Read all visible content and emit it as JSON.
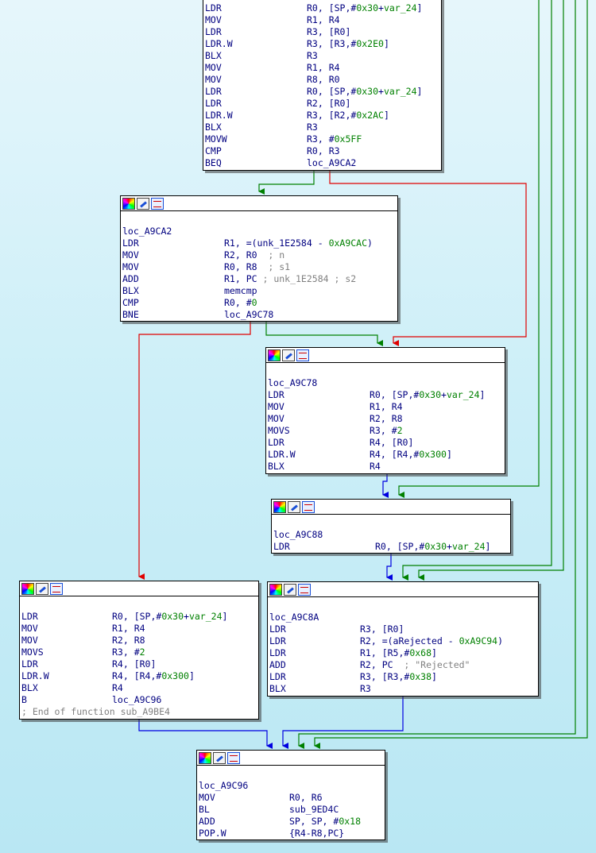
{
  "blocks": [
    {
      "id": "top",
      "header": false,
      "label": null,
      "lines": [
        {
          "op": "LDR",
          "args": [
            {
              "t": "R0, [SP,#"
            },
            {
              "t": "0x30",
              "n": 1
            },
            {
              "t": "+"
            },
            {
              "t": "var_24",
              "n": 1
            },
            {
              "t": "]"
            }
          ]
        },
        {
          "op": "MOV",
          "args": [
            {
              "t": "R1, R4"
            }
          ]
        },
        {
          "op": "LDR",
          "args": [
            {
              "t": "R3, [R0]"
            }
          ]
        },
        {
          "op": "LDR.W",
          "args": [
            {
              "t": "R3, [R3,#"
            },
            {
              "t": "0x2E0",
              "n": 1
            },
            {
              "t": "]"
            }
          ]
        },
        {
          "op": "BLX",
          "args": [
            {
              "t": "R3"
            }
          ]
        },
        {
          "op": "MOV",
          "args": [
            {
              "t": "R1, R4"
            }
          ]
        },
        {
          "op": "MOV",
          "args": [
            {
              "t": "R8, R0"
            }
          ]
        },
        {
          "op": "LDR",
          "args": [
            {
              "t": "R0, [SP,#"
            },
            {
              "t": "0x30",
              "n": 1
            },
            {
              "t": "+"
            },
            {
              "t": "var_24",
              "n": 1
            },
            {
              "t": "]"
            }
          ]
        },
        {
          "op": "LDR",
          "args": [
            {
              "t": "R2, [R0]"
            }
          ]
        },
        {
          "op": "LDR.W",
          "args": [
            {
              "t": "R3, [R2,#"
            },
            {
              "t": "0x2AC",
              "n": 1
            },
            {
              "t": "]"
            }
          ]
        },
        {
          "op": "BLX",
          "args": [
            {
              "t": "R3"
            }
          ]
        },
        {
          "op": "MOVW",
          "args": [
            {
              "t": "R3, #"
            },
            {
              "t": "0x5FF",
              "n": 1
            }
          ]
        },
        {
          "op": "CMP",
          "args": [
            {
              "t": "R0, R3"
            }
          ]
        },
        {
          "op": "BEQ",
          "args": [
            {
              "t": "loc_A9CA2"
            }
          ]
        }
      ]
    },
    {
      "id": "loc_A9CA2",
      "header": true,
      "label": "loc_A9CA2",
      "lines": [
        {
          "op": "LDR",
          "args": [
            {
              "t": "R1, =(unk_1E2584 - "
            },
            {
              "t": "0xA9CAC",
              "n": 1
            },
            {
              "t": ")"
            }
          ]
        },
        {
          "op": "MOV",
          "args": [
            {
              "t": "R2, R0"
            },
            {
              "t": "  ; n",
              "c": 1
            }
          ]
        },
        {
          "op": "MOV",
          "args": [
            {
              "t": "R0, R8"
            },
            {
              "t": "  ; s1",
              "c": 1
            }
          ]
        },
        {
          "op": "ADD",
          "args": [
            {
              "t": "R1, PC "
            },
            {
              "t": "; unk_1E2584 ; s2",
              "c": 1
            }
          ]
        },
        {
          "op": "BLX",
          "args": [
            {
              "t": "memcmp"
            }
          ]
        },
        {
          "op": "CMP",
          "args": [
            {
              "t": "R0, #"
            },
            {
              "t": "0",
              "n": 1
            }
          ]
        },
        {
          "op": "BNE",
          "args": [
            {
              "t": "loc_A9C78"
            }
          ]
        }
      ]
    },
    {
      "id": "loc_A9C78",
      "header": true,
      "label": "loc_A9C78",
      "lines": [
        {
          "op": "LDR",
          "args": [
            {
              "t": "R0, [SP,#"
            },
            {
              "t": "0x30",
              "n": 1
            },
            {
              "t": "+"
            },
            {
              "t": "var_24",
              "n": 1
            },
            {
              "t": "]"
            }
          ]
        },
        {
          "op": "MOV",
          "args": [
            {
              "t": "R1, R4"
            }
          ]
        },
        {
          "op": "MOV",
          "args": [
            {
              "t": "R2, R8"
            }
          ]
        },
        {
          "op": "MOVS",
          "args": [
            {
              "t": "R3, #"
            },
            {
              "t": "2",
              "n": 1
            }
          ]
        },
        {
          "op": "LDR",
          "args": [
            {
              "t": "R4, [R0]"
            }
          ]
        },
        {
          "op": "LDR.W",
          "args": [
            {
              "t": "R4, [R4,#"
            },
            {
              "t": "0x300",
              "n": 1
            },
            {
              "t": "]"
            }
          ]
        },
        {
          "op": "BLX",
          "args": [
            {
              "t": "R4"
            }
          ]
        }
      ]
    },
    {
      "id": "loc_A9C88",
      "header": true,
      "label": "loc_A9C88",
      "lines": [
        {
          "op": "LDR",
          "args": [
            {
              "t": "R0, [SP,#"
            },
            {
              "t": "0x30",
              "n": 1
            },
            {
              "t": "+"
            },
            {
              "t": "var_24",
              "n": 1
            },
            {
              "t": "]"
            }
          ]
        }
      ]
    },
    {
      "id": "left",
      "header": true,
      "label": null,
      "lines": [
        {
          "op": "LDR",
          "args": [
            {
              "t": "R0, [SP,#"
            },
            {
              "t": "0x30",
              "n": 1
            },
            {
              "t": "+"
            },
            {
              "t": "var_24",
              "n": 1
            },
            {
              "t": "]"
            }
          ]
        },
        {
          "op": "MOV",
          "args": [
            {
              "t": "R1, R4"
            }
          ]
        },
        {
          "op": "MOV",
          "args": [
            {
              "t": "R2, R8"
            }
          ]
        },
        {
          "op": "MOVS",
          "args": [
            {
              "t": "R3, #"
            },
            {
              "t": "2",
              "n": 1
            }
          ]
        },
        {
          "op": "LDR",
          "args": [
            {
              "t": "R4, [R0]"
            }
          ]
        },
        {
          "op": "LDR.W",
          "args": [
            {
              "t": "R4, [R4,#"
            },
            {
              "t": "0x300",
              "n": 1
            },
            {
              "t": "]"
            }
          ]
        },
        {
          "op": "BLX",
          "args": [
            {
              "t": "R4"
            }
          ]
        },
        {
          "op": "B",
          "args": [
            {
              "t": "loc_A9C96"
            }
          ]
        }
      ],
      "trailer": "; End of function sub_A9BE4"
    },
    {
      "id": "loc_A9C8A",
      "header": true,
      "label": "loc_A9C8A",
      "lines": [
        {
          "op": "LDR",
          "args": [
            {
              "t": "R3, [R0]"
            }
          ]
        },
        {
          "op": "LDR",
          "args": [
            {
              "t": "R2, =(aRejected - "
            },
            {
              "t": "0xA9C94",
              "n": 1
            },
            {
              "t": ")"
            }
          ]
        },
        {
          "op": "LDR",
          "args": [
            {
              "t": "R1, [R5,#"
            },
            {
              "t": "0x68",
              "n": 1
            },
            {
              "t": "]"
            }
          ]
        },
        {
          "op": "ADD",
          "args": [
            {
              "t": "R2, PC "
            },
            {
              "t": " ; \"Rejected\"",
              "c": 1
            }
          ]
        },
        {
          "op": "LDR",
          "args": [
            {
              "t": "R3, [R3,#"
            },
            {
              "t": "0x38",
              "n": 1
            },
            {
              "t": "]"
            }
          ]
        },
        {
          "op": "BLX",
          "args": [
            {
              "t": "R3"
            }
          ]
        }
      ]
    },
    {
      "id": "loc_A9C96",
      "header": true,
      "label": "loc_A9C96",
      "lines": [
        {
          "op": "MOV",
          "args": [
            {
              "t": "R0, R6"
            }
          ]
        },
        {
          "op": "BL",
          "args": [
            {
              "t": "sub_9ED4C"
            }
          ]
        },
        {
          "op": "ADD",
          "args": [
            {
              "t": "SP, SP, #"
            },
            {
              "t": "0x18",
              "n": 1
            }
          ]
        },
        {
          "op": "POP.W",
          "args": [
            {
              "t": "{R4-R8,PC}"
            }
          ]
        }
      ]
    }
  ],
  "edge_colors": {
    "taken": "#008000",
    "fallthrough": "#e00000",
    "unconditional": "#0000e0"
  }
}
